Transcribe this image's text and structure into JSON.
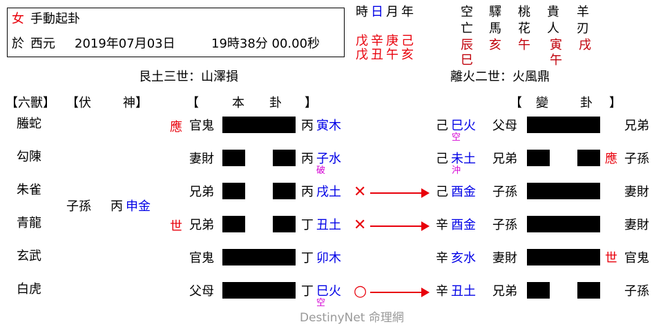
{
  "header": {
    "gender": "女",
    "method": "手動起卦",
    "prefix": "於",
    "calendar": "西元",
    "date": "2019年07月03日",
    "time": "19時38分 00.00秒"
  },
  "pillars": {
    "labels": [
      "時",
      "日",
      "月",
      "年"
    ],
    "stems": [
      "戊",
      "辛",
      "庚",
      "己"
    ],
    "branches": [
      "戊",
      "丑",
      "午",
      "亥"
    ]
  },
  "spirits": {
    "columns": [
      {
        "top": "空",
        "second": "亡",
        "vals": [
          "辰",
          "巳"
        ]
      },
      {
        "top": "驛",
        "second": "馬",
        "vals": [
          "亥"
        ]
      },
      {
        "top": "桃",
        "second": "花",
        "vals": [
          "午"
        ]
      },
      {
        "top": "貴",
        "second": "人",
        "vals": [
          "寅",
          "午"
        ]
      },
      {
        "top": "羊",
        "second": "刃",
        "vals": [
          "戌"
        ]
      }
    ]
  },
  "hexagrams": {
    "base_title": "艮土三世：山澤損",
    "changed_title": "離火二世：火風鼎"
  },
  "columns": {
    "six_beasts": "【六獸】",
    "hidden_open": "【伏",
    "hidden_close": "神】",
    "base_open": "【",
    "base_label": "本",
    "base_gua": "卦",
    "base_close": "】",
    "changed_open": "【",
    "changed_label": "變",
    "changed_gua": "卦",
    "changed_close": "】"
  },
  "rows": [
    {
      "beast": "螣蛇",
      "mark_left": "應",
      "relation": "官鬼",
      "line": "yang",
      "stem": "丙",
      "branch_elem": "寅木",
      "sub": "",
      "move": "",
      "c_stem": "己",
      "c_branch_elem": "巳火",
      "c_sub": "空",
      "c_relation": "父母",
      "c_line": "yang",
      "c_mark": "",
      "c_relation2": "兄弟"
    },
    {
      "beast": "勾陳",
      "mark_left": "",
      "relation": "妻財",
      "line": "yin",
      "stem": "丙",
      "branch_elem": "子水",
      "sub": "破",
      "move": "",
      "c_stem": "己",
      "c_branch_elem": "未土",
      "c_sub": "沖",
      "c_relation": "兄弟",
      "c_line": "yin",
      "c_mark": "應",
      "c_relation2": "子孫"
    },
    {
      "beast": "朱雀",
      "mark_left": "",
      "relation": "兄弟",
      "line": "yin",
      "stem": "丙",
      "branch_elem": "戌土",
      "sub": "",
      "move": "✕",
      "c_stem": "己",
      "c_branch_elem": "酉金",
      "c_sub": "",
      "c_relation": "子孫",
      "c_line": "yang",
      "c_mark": "",
      "c_relation2": "妻財"
    },
    {
      "beast": "青龍",
      "hidden_rel": "子孫",
      "hidden_stem": "丙",
      "hidden_elem": "申金",
      "mark_left": "世",
      "relation": "兄弟",
      "line": "yin",
      "stem": "丁",
      "branch_elem": "丑土",
      "sub": "",
      "move": "✕",
      "c_stem": "辛",
      "c_branch_elem": "酉金",
      "c_sub": "",
      "c_relation": "子孫",
      "c_line": "yang",
      "c_mark": "",
      "c_relation2": "妻財"
    },
    {
      "beast": "玄武",
      "mark_left": "",
      "relation": "官鬼",
      "line": "yang",
      "stem": "丁",
      "branch_elem": "卯木",
      "sub": "",
      "move": "",
      "c_stem": "辛",
      "c_branch_elem": "亥水",
      "c_sub": "",
      "c_relation": "妻財",
      "c_line": "yang",
      "c_mark": "世",
      "c_relation2": "官鬼"
    },
    {
      "beast": "白虎",
      "mark_left": "",
      "relation": "父母",
      "line": "yang",
      "stem": "丁",
      "branch_elem": "巳火",
      "sub": "空",
      "move": "○",
      "c_stem": "辛",
      "c_branch_elem": "丑土",
      "c_sub": "",
      "c_relation": "兄弟",
      "c_line": "yin",
      "c_mark": "",
      "c_relation2": "子孫"
    }
  ],
  "footer": {
    "watermark": "DestinyNet 命理網"
  },
  "colors": {
    "red": "#e8000b",
    "blue": "#0000e6",
    "dark_red": "#c0000a",
    "magenta": "#d400d4",
    "gray": "#999999"
  }
}
